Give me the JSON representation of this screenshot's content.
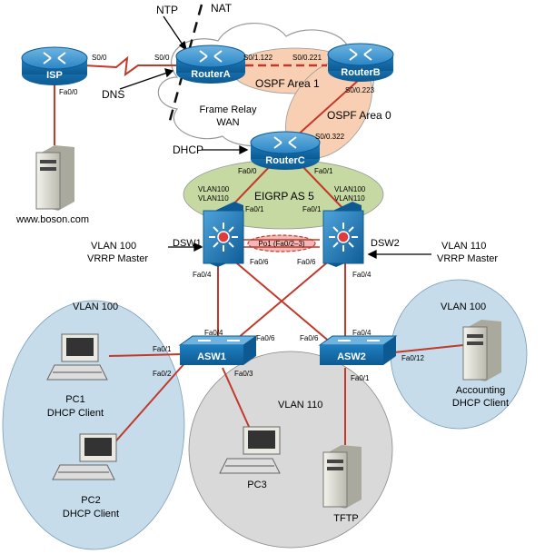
{
  "colors": {
    "router": "#1f7fc0",
    "router_dark": "#0d5a92",
    "l3switch": "#1a78bf",
    "link_red": "#c0392b",
    "vlan_blue": "#c6dceb",
    "vlan_gray": "#d9d9d9",
    "ospf_peach": "#f8cfb2",
    "eigrp_green": "#c7d9a3",
    "po_pink": "#f2b8b8"
  },
  "devices": {
    "isp": "ISP",
    "router_a": "RouterA",
    "router_b": "RouterB",
    "router_c": "RouterC",
    "dsw1": "DSW1",
    "dsw2": "DSW2",
    "asw1": "ASW1",
    "asw2": "ASW2"
  },
  "hosts": {
    "boson": "www.boson.com",
    "pc1": "PC1",
    "pc1_role": "DHCP Client",
    "pc2": "PC2",
    "pc2_role": "DHCP Client",
    "pc3": "PC3",
    "accounting": "Accounting",
    "accounting_role": "DHCP Client",
    "tftp": "TFTP"
  },
  "services": {
    "ntp": "NTP",
    "nat": "NAT",
    "dns": "DNS",
    "dhcp": "DHCP"
  },
  "areas": {
    "frame_relay": "Frame Relay",
    "wan": "WAN",
    "ospf_area1": "OSPF Area 1",
    "ospf_area0": "OSPF Area 0",
    "eigrp": "EIGRP AS 5",
    "po1": "Po1 (Fa0/2–3)",
    "vlan100_left": "VLAN 100",
    "vlan110_mid": "VLAN 110",
    "vlan100_right": "VLAN 100"
  },
  "vrrp": {
    "left_vlan": "VLAN 100",
    "left_role": "VRRP Master",
    "right_vlan": "VLAN 110",
    "right_role": "VRRP Master"
  },
  "ports": {
    "isp_s00": "S0/0",
    "isp_fa00": "Fa0/0",
    "ra_s00": "S0/0",
    "ra_s01122": "S0/1.122",
    "rb_s00221": "S0/0.221",
    "rb_s00223": "S0/0.223",
    "rc_s00322": "S0/0.322",
    "rc_fa00": "Fa0/0",
    "rc_fa01": "Fa0/1",
    "rc_vlan100_l": "VLAN100",
    "rc_vlan110_l": "VLAN110",
    "rc_vlan100_r": "VLAN100",
    "rc_vlan110_r": "VLAN110",
    "dsw1_fa01": "Fa0/1",
    "dsw2_fa01": "Fa0/1",
    "dsw1_fa04": "Fa0/4",
    "dsw1_fa06": "Fa0/6",
    "dsw2_fa06": "Fa0/6",
    "dsw2_fa04": "Fa0/4",
    "asw1_fa04": "Fa0/4",
    "asw1_fa06": "Fa0/6",
    "asw2_fa06": "Fa0/6",
    "asw2_fa04": "Fa0/4",
    "asw1_fa01": "Fa0/1",
    "asw1_fa02": "Fa0/2",
    "asw1_fa03": "Fa0/3",
    "asw2_fa01": "Fa0/1",
    "asw2_fa012": "Fa0/12"
  }
}
